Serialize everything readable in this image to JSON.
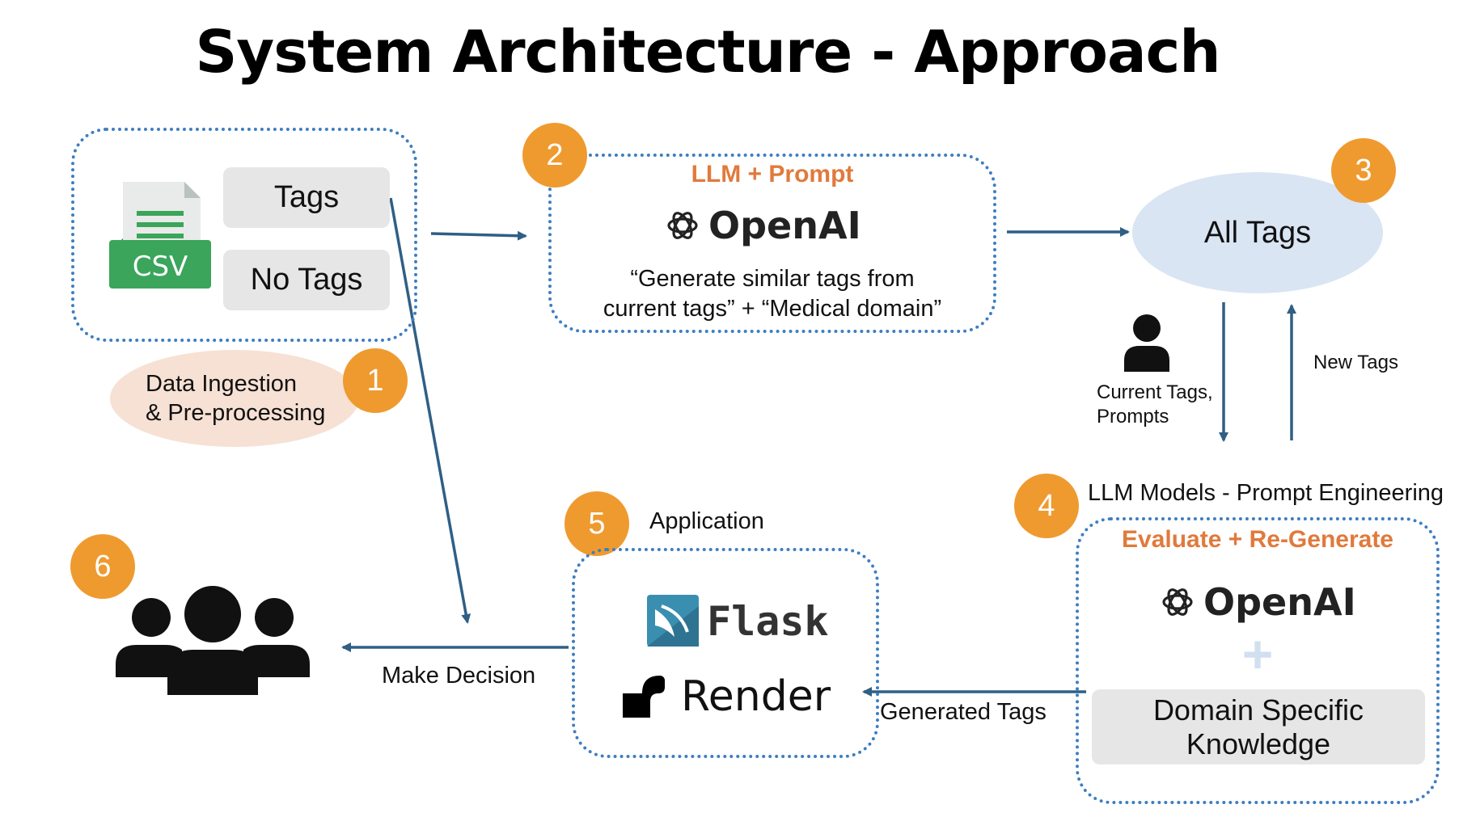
{
  "title": "System Architecture - Approach",
  "step1": {
    "badge": "1",
    "csv_label": "CSV",
    "tags_label": "Tags",
    "no_tags_label": "No Tags",
    "caption_line1": "Data Ingestion",
    "caption_line2": "& Pre-processing"
  },
  "step2": {
    "badge": "2",
    "heading": "LLM + Prompt",
    "brand": "OpenAI",
    "prompt_line1": "“Generate similar tags from",
    "prompt_line2": "current tags” + “Medical domain”"
  },
  "step3": {
    "badge": "3",
    "label": "All Tags",
    "current_line1": "Current Tags,",
    "current_line2": "Prompts",
    "new_tags": "New Tags"
  },
  "step4": {
    "badge": "4",
    "header": "LLM Models - Prompt Engineering",
    "heading": "Evaluate + Re-Generate",
    "brand": "OpenAI",
    "plus": "+",
    "knowledge_line1": "Domain Specific",
    "knowledge_line2": "Knowledge",
    "generated_tags": "Generated Tags"
  },
  "step5": {
    "badge": "5",
    "label": "Application",
    "flask": "Flask",
    "render": "Render",
    "make_decision": "Make Decision"
  },
  "step6": {
    "badge": "6"
  },
  "colors": {
    "badge": "#ef9a2f",
    "dotted_border": "#3d7ec0",
    "arrow": "#2f5f85",
    "orange_text": "#e07a3c",
    "ellipse_blue": "#d9e5f3",
    "ellipse_peach": "#f6e1d4",
    "csv_green": "#3aa55b"
  }
}
